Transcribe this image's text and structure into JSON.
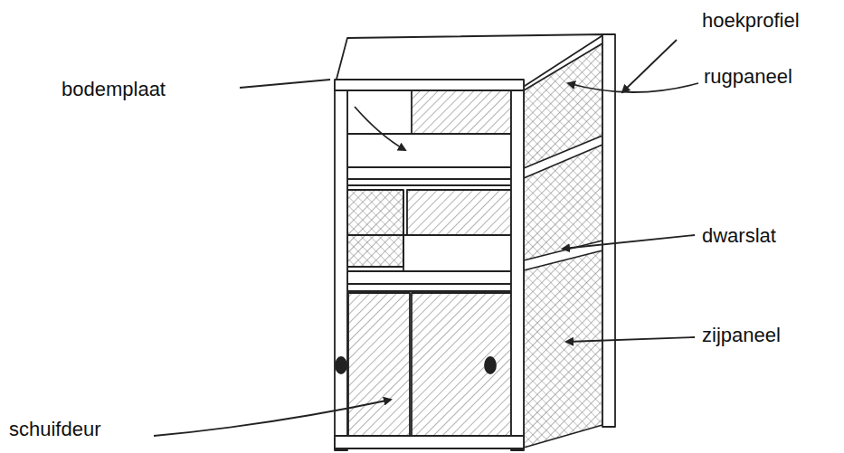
{
  "diagram": {
    "labels": [
      "hoekprofiel",
      "bodemplaat",
      "rugpaneel",
      "dwarslat",
      "zijpaneel",
      "schuifdeur"
    ]
  }
}
